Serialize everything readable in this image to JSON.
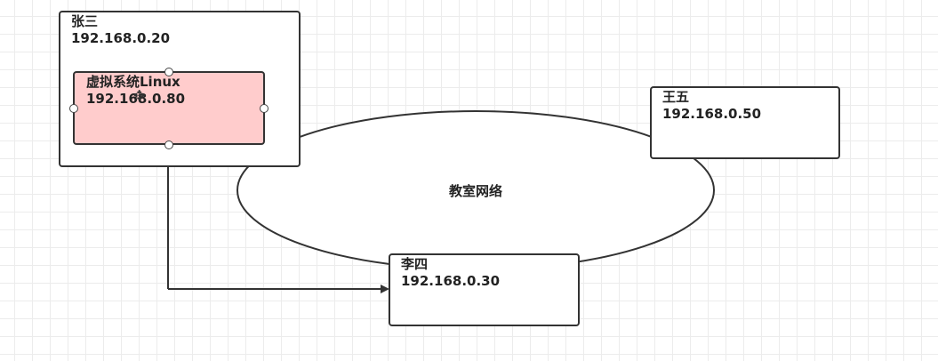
{
  "nodes": {
    "zhangsan": {
      "name": "张三",
      "ip": "192.168.0.20"
    },
    "vm": {
      "name": "虚拟系统Linux",
      "ip": "192.168.0.80"
    },
    "wangwu": {
      "name": "王五",
      "ip": "192.168.0.50"
    },
    "lisi": {
      "name": "李四",
      "ip": "192.168.0.30"
    }
  },
  "network": {
    "label": "教室网络"
  },
  "colors": {
    "vm_fill": "#ffcccc",
    "stroke": "#333333",
    "grid": "#ececec"
  },
  "icons": {
    "cursor": "move-cursor-icon"
  }
}
